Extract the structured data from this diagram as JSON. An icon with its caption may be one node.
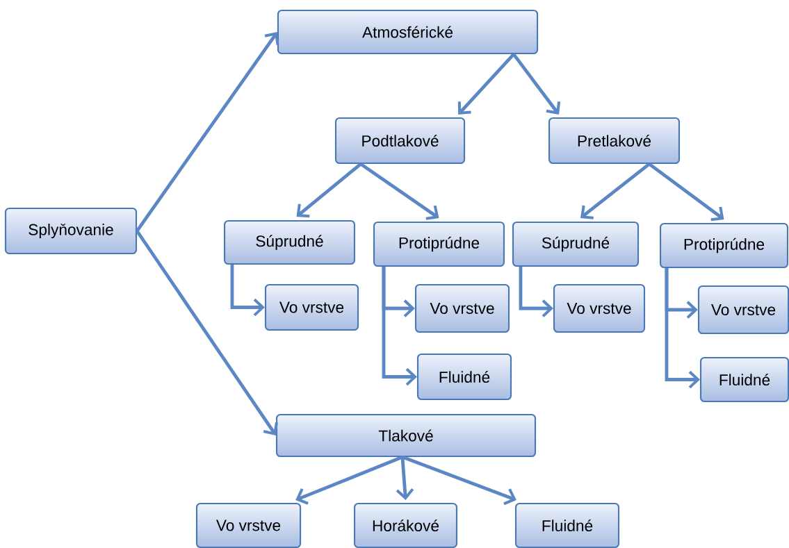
{
  "diagram": {
    "nodes": [
      {
        "text": [
          "Splyňovanie"
        ]
      },
      {
        "text": [
          "Atmosférické"
        ]
      },
      {
        "text": [
          "Podtlakové"
        ]
      },
      {
        "text": [
          "Pretlakové"
        ]
      },
      {
        "text": [
          "Súprudné"
        ]
      },
      {
        "text": [
          "Protiprúdne"
        ]
      },
      {
        "text": [
          "Súprudné"
        ]
      },
      {
        "text": [
          "Protiprúdne"
        ]
      },
      {
        "text": [
          "Vo vrstve"
        ]
      },
      {
        "text": [
          "Vo vrstve"
        ]
      },
      {
        "text": [
          "Fluidné"
        ]
      },
      {
        "text": [
          "Vo vrstve"
        ]
      },
      {
        "text": [
          "Vo vrstve"
        ]
      },
      {
        "text": [
          "Fluidné"
        ]
      },
      {
        "text": [
          "Tlakové"
        ]
      },
      {
        "text": [
          "Vo vrstve"
        ]
      },
      {
        "text": [
          "Horákové"
        ]
      },
      {
        "text": [
          "Fluidné"
        ]
      }
    ],
    "edges": [
      {
        "from": 0,
        "to": 1,
        "arrow": "to"
      },
      {
        "from": 0,
        "to": 14,
        "arrow": "to"
      },
      {
        "from": 1,
        "to": 2,
        "arrow": "to"
      },
      {
        "from": 1,
        "to": 3,
        "arrow": "to"
      },
      {
        "from": 2,
        "to": 4,
        "arrow": "to"
      },
      {
        "from": 2,
        "to": 5,
        "arrow": "to"
      },
      {
        "from": 3,
        "to": 6,
        "arrow": "to"
      },
      {
        "from": 3,
        "to": 7,
        "arrow": "to"
      },
      {
        "from": 4,
        "to": 8,
        "arrow": "to"
      },
      {
        "from": 5,
        "to": 9,
        "arrow": "to"
      },
      {
        "from": 5,
        "to": 10,
        "arrow": "to"
      },
      {
        "from": 6,
        "to": 11,
        "arrow": "to"
      },
      {
        "from": 7,
        "to": 12,
        "arrow": "to"
      },
      {
        "from": 7,
        "to": 13,
        "arrow": "to"
      },
      {
        "from": 14,
        "to": 15,
        "arrow": "to"
      },
      {
        "from": 14,
        "to": 16,
        "arrow": "to"
      },
      {
        "from": 14,
        "to": 17,
        "arrow": "to"
      }
    ]
  }
}
